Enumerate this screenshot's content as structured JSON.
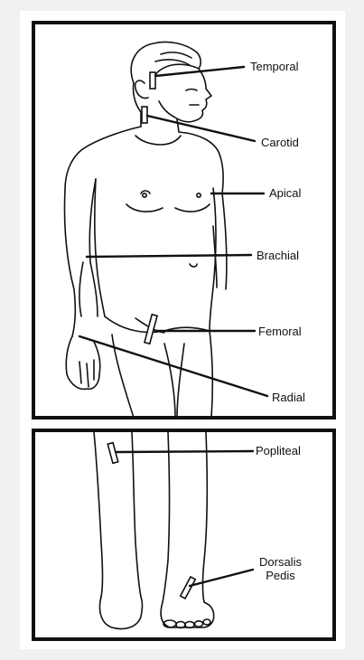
{
  "labels": {
    "temporal": "Temporal",
    "carotid": "Carotid",
    "apical": "Apical",
    "brachial": "Brachial",
    "femoral": "Femoral",
    "radial": "Radial",
    "popliteal": "Popliteal",
    "dorsalis_pedis_line1": "Dorsalis",
    "dorsalis_pedis_line2": "Pedis"
  },
  "colors": {
    "background": "#f1f1ef",
    "panel": "#ffffff",
    "ink": "#111111"
  }
}
